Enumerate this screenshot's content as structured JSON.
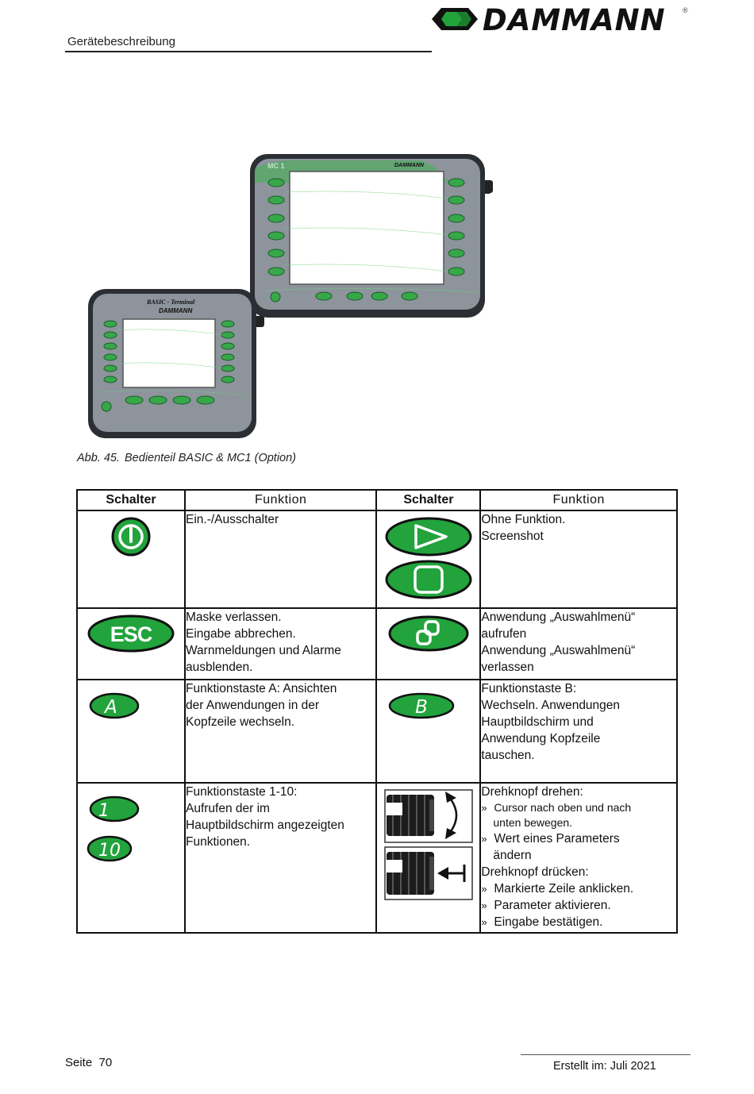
{
  "header": {
    "title": "Gerätebeschreibung",
    "logo_text": "DAMMANN",
    "logo_reg": "®"
  },
  "figure": {
    "big_terminal_brand": "DAMMANN",
    "big_terminal_model": "MC 1",
    "small_terminal_title": "BASIC - Terminal",
    "small_terminal_brand": "DAMMANN"
  },
  "caption": {
    "number": "Abb. 45.",
    "text": "Bedienteil BASIC & MC1 (Option)"
  },
  "table": {
    "headers": [
      "Schalter",
      "Funktion",
      "Schalter",
      "Funktion"
    ],
    "row1": {
      "left_symbol": "power-button",
      "left_text": "Ein.-/Ausschalter",
      "right_symbols": [
        "play-button",
        "square-button"
      ],
      "right_lines": [
        "Ohne Funktion.",
        "Screenshot"
      ]
    },
    "row2": {
      "left_symbol_label": "ESC",
      "left_lines": [
        "Maske verlassen.",
        "Eingabe abbrechen.",
        "Warnmeldungen und Alarme",
        "ausblenden."
      ],
      "right_symbol": "link-button",
      "right_lines": [
        "Anwendung „Auswahlmenü“",
        "aufrufen",
        "Anwendung „Auswahlmenü“",
        "verlassen"
      ]
    },
    "row3": {
      "left_symbol_label": "A",
      "left_lines": [
        "Funktionstaste A: Ansichten",
        "der Anwendungen in der",
        "Kopfzeile wechseln."
      ],
      "right_symbol_label": "B",
      "right_lines": [
        "Funktionstaste B:",
        "Wechseln. Anwendungen",
        "Hauptbildschirm und",
        "Anwendung Kopfzeile",
        "tauschen."
      ]
    },
    "row4": {
      "left_symbol_labels": [
        "1",
        "10"
      ],
      "left_lines": [
        "Funktionstaste 1-10:",
        "Aufrufen der im",
        "Hauptbildschirm angezeigten",
        "Funktionen."
      ],
      "right_symbols": [
        "rotary-knob-turn",
        "rotary-knob-press"
      ],
      "right_heading1": "Drehknopf drehen:",
      "right_bullets1": [
        "Cursor nach oben und nach",
        "unten bewegen."
      ],
      "right_bullets1b": [
        "Wert eines Parameters",
        "ändern"
      ],
      "right_heading2": "Drehknopf drücken:",
      "right_bullets2": [
        "Markierte Zeile anklicken.",
        "Parameter aktivieren.",
        "Eingabe bestätigen."
      ],
      "bullet_char": "»"
    }
  },
  "footer": {
    "page_label": "Seite",
    "page_number": "70",
    "date": "Erstellt im: Juli 2021"
  },
  "colors": {
    "key_green": "#22a33c",
    "key_outline": "#111111",
    "terminal_gray": "#8d949c",
    "terminal_dark": "#2b2f34"
  }
}
